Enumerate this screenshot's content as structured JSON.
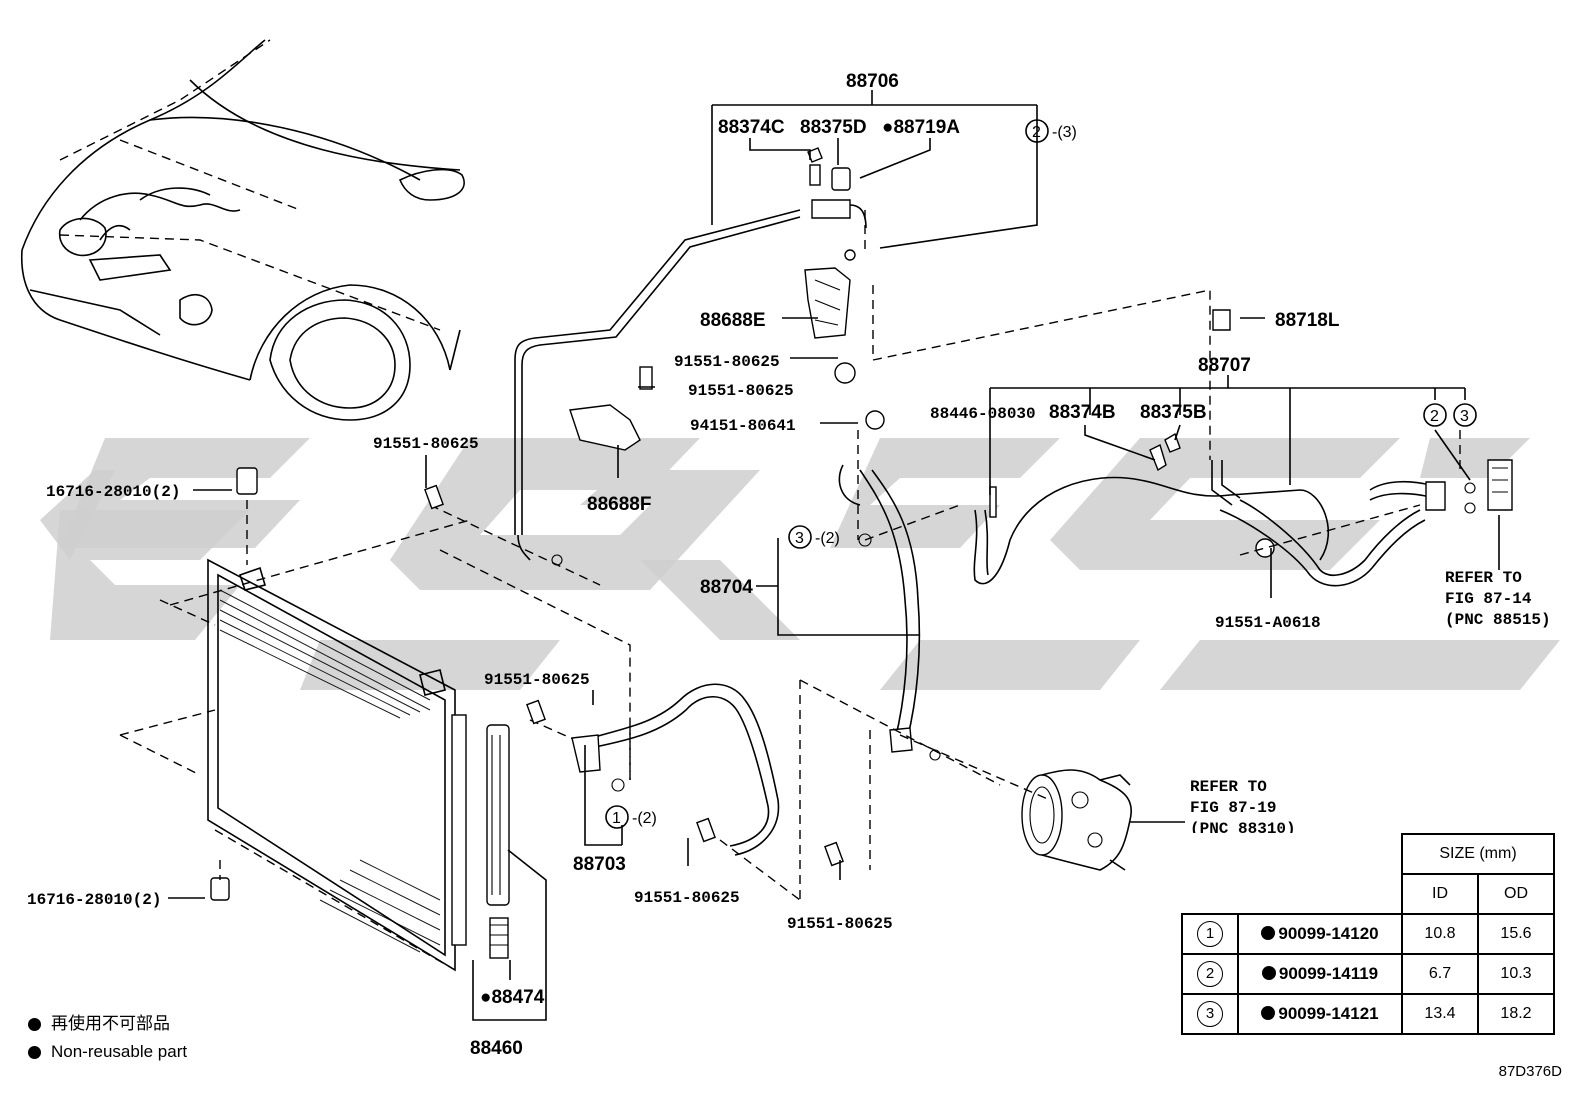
{
  "parts": {
    "p88706": "88706",
    "p88374C": "88374C",
    "p88375D": "88375D",
    "p88719A": "●88719A",
    "ring2_top_qty": "-(3)",
    "ring2_num": "2",
    "p88688E": "88688E",
    "bolt_a": "91551-80625",
    "bolt_b": "91551-80625",
    "p88688F": "88688F",
    "p94151": "94151-80641",
    "p88718L": "88718L",
    "p88707": "88707",
    "p88446": "88446-08030",
    "p88374B": "88374B",
    "p88375B": "88375B",
    "ring3_num": "3",
    "bolt_c": "91551-80625",
    "p16716_top": "16716-28010(2)",
    "ring3_mid_qty": "-(2)",
    "p88704": "88704",
    "bolt_d": "91551-A0618",
    "refer_87_14_a": "REFER TO",
    "refer_87_14_b": "FIG 87-14",
    "refer_87_14_c": "(PNC 88515)",
    "bolt_e": "91551-80625",
    "ring1_num": "1",
    "ring1_qty": "-(2)",
    "p88703": "88703",
    "bolt_f": "91551-80625",
    "bolt_g": "91551-80625",
    "refer_87_19_a": "REFER TO",
    "refer_87_19_b": "FIG 87-19",
    "refer_87_19_c": "(PNC 88310)",
    "p16716_bot": "16716-28010(2)",
    "p88474": "●88474",
    "p88460": "88460"
  },
  "size_table": {
    "header": "SIZE (mm)",
    "col_id": "ID",
    "col_od": "OD",
    "rows": [
      {
        "ring": "1",
        "part": "90099-14120",
        "id": "10.8",
        "od": "15.6"
      },
      {
        "ring": "2",
        "part": "90099-14119",
        "id": "6.7",
        "od": "10.3"
      },
      {
        "ring": "3",
        "part": "90099-14121",
        "id": "13.4",
        "od": "18.2"
      }
    ]
  },
  "legend": {
    "line_jp": "再使用不可部品",
    "line_en": "Non-reusable part"
  },
  "diagram_code": "87D376D"
}
